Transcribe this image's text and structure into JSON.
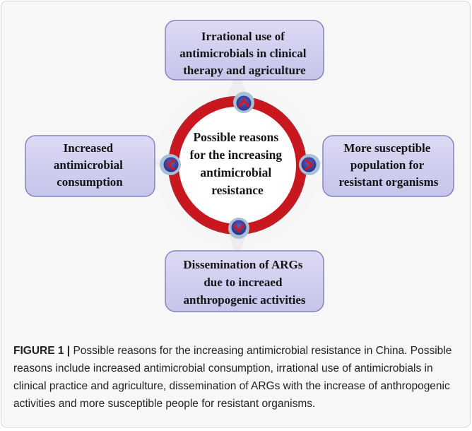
{
  "diagram": {
    "center_lines": [
      "Possible reasons",
      "for the increasing",
      "antimicrobial",
      "resistance"
    ],
    "top_lines": [
      "Irrational use of",
      "antimicrobials in clinical",
      "therapy  and agriculture"
    ],
    "left_lines": [
      "Increased",
      "antimicrobial",
      "consumption"
    ],
    "right_lines": [
      "More susceptible",
      "population for",
      "resistant organisms"
    ],
    "bottom_lines": [
      "Dissemination of ARGs",
      "due to increaed",
      "anthropogenic activities"
    ],
    "colors": {
      "ring": "#c8171e",
      "box_fill": "#cfcdee",
      "box_border": "#7f82b8",
      "connector_outer": "#9ab8d3",
      "connector_inner": "#3d3f9a",
      "arrow": "#c8171e"
    }
  },
  "caption": {
    "label": "FIGURE 1 |",
    "text": "Possible reasons for the increasing antimicrobial resistance in China. Possible reasons include increased antimicrobial consumption, irrational use of antimicrobials in clinical practice and agriculture, dissemination of ARGs with the increase of anthropogenic activities and more susceptible people for resistant organisms."
  }
}
